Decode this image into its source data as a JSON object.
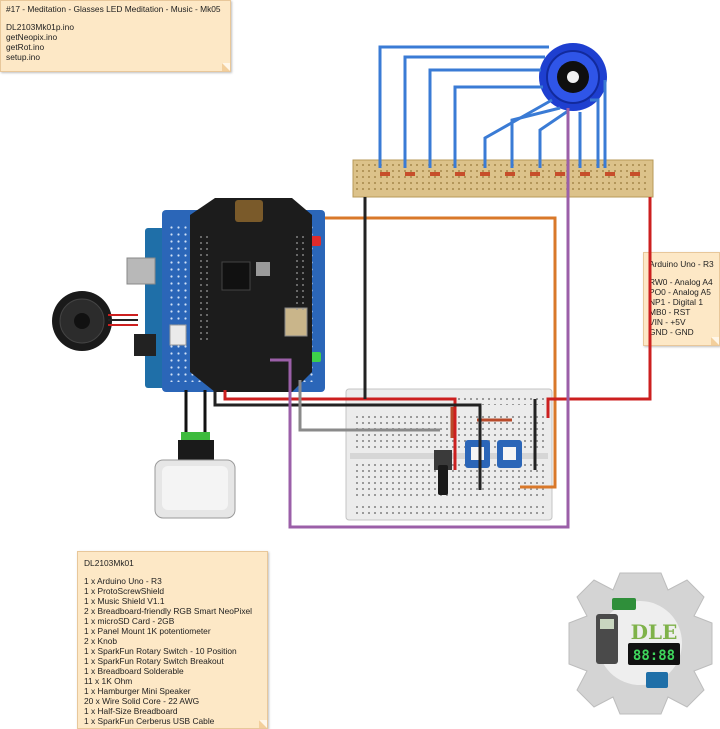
{
  "title_note": {
    "heading": "#17 - Meditation - Glasses LED Meditation - Music - Mk05",
    "files": [
      "DL2103Mk01p.ino",
      "getNeopix.ino",
      "getRot.ino",
      "setup.ino"
    ]
  },
  "arduino_note": {
    "heading": "Arduino Uno - R3",
    "pins": [
      "RW0 - Analog A4",
      "PO0 - Analog A5",
      "NP1 - Digital 1",
      "MB0 - RST",
      "VIN - +5V",
      "GND - GND"
    ]
  },
  "bom_note": {
    "heading": "DL2103Mk01",
    "items": [
      "1 x Arduino Uno - R3",
      "1 x ProtoScrewShield",
      "1 x Music Shield V1.1",
      "2 x Breadboard-friendly RGB Smart NeoPixel",
      "1 x microSD Card - 2GB",
      "1 x Panel Mount 1K potentiometer",
      "2 x Knob",
      "1 x SparkFun Rotary Switch - 10 Position",
      "1 x SparkFun Rotary Switch Breakout",
      "1 x Breadboard Solderable",
      "11 x 1K Ohm",
      "1 x Hamburger Mini Speaker",
      "20 x Wire Solid Core - 22 AWG",
      "1 x Half-Size Breadboard",
      "1 x SparkFun Cerberus USB Cable"
    ]
  },
  "logo": {
    "text": "DLE",
    "digits": "88:88"
  },
  "colors": {
    "wire_blue": "#3a7bd5",
    "wire_orange": "#d9782a",
    "wire_red": "#cc1f1f",
    "wire_black": "#222222",
    "wire_purple": "#9b5fa8",
    "wire_gray": "#8a8a8a",
    "board_blue": "#2b66b8",
    "note_fill": "#fde8c6"
  }
}
